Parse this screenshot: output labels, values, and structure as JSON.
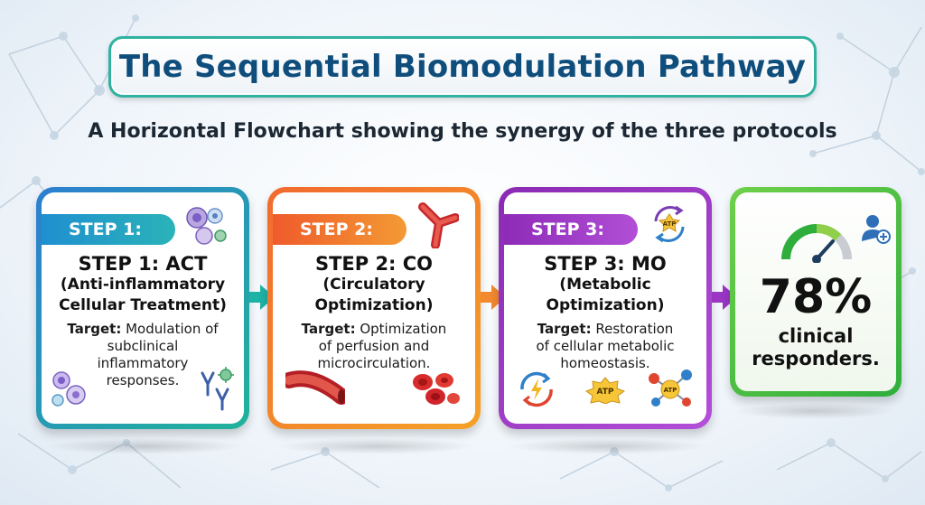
{
  "title": "The Sequential Biomodulation Pathway",
  "subtitle": "A Horizontal Flowchart showing the synergy of the three protocols",
  "steps": [
    {
      "pill": "STEP 1:",
      "heading": "STEP 1: ACT",
      "subheading_1": "(Anti-inflammatory",
      "subheading_2": "Cellular Treatment)",
      "target_label": "Target:",
      "target_text_1": " Modulation of",
      "target_text_2": "subclinical",
      "target_text_3": "inflammatory",
      "target_text_4": "responses.",
      "accent": "#20b39a"
    },
    {
      "pill": "STEP 2:",
      "heading": "STEP 2: CO",
      "subheading_1": "(Circulatory",
      "subheading_2": "Optimization)",
      "target_label": "Target:",
      "target_text_1": " Optimization",
      "target_text_2": "of perfusion and",
      "target_text_3": "microcirculation.",
      "target_text_4": "",
      "accent": "#f26a2f"
    },
    {
      "pill": "STEP 3:",
      "heading": "STEP 3: MO",
      "subheading_1": "(Metabolic",
      "subheading_2": "Optimization)",
      "target_label": "Target:",
      "target_text_1": " Restoration",
      "target_text_2": "of cellular metabolic",
      "target_text_3": "homeostasis.",
      "target_text_4": "",
      "accent": "#8a2bb3"
    }
  ],
  "atp": "ATP",
  "result": {
    "value": "78%",
    "label_1": "clinical",
    "label_2": "responders.",
    "accent": "#2fae3c"
  },
  "icons": {
    "cells": "immune-cells-icon",
    "antibody": "antibody-icon",
    "blood_vessel": "blood-vessel-icon",
    "red_cells": "red-blood-cells-icon",
    "atp_cycle": "atp-cycle-icon",
    "energy_cycle": "energy-cycle-icon",
    "atp_badge": "atp-badge-icon",
    "molecule": "atp-molecule-icon",
    "gauge": "gauge-icon",
    "user_add": "user-add-icon",
    "arrow": "right-arrow-icon"
  }
}
